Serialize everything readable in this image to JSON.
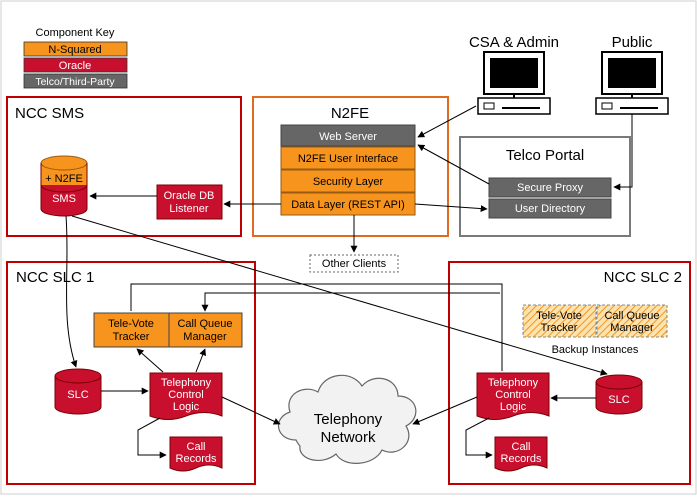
{
  "key": {
    "title": "Component Key",
    "items": [
      "N-Squared",
      "Oracle",
      "Telco/Third-Party"
    ]
  },
  "colors": {
    "nsquared": "#F7941D",
    "oracle": "#C8102E",
    "telco": "#666666",
    "frame_red": "#C00000",
    "frame_orange": "#E06A1E",
    "frame_gray": "#7a7a7a"
  },
  "users": {
    "csa": "CSA & Admin",
    "public": "Public"
  },
  "telco_portal": {
    "title": "Telco Portal",
    "secure_proxy": "Secure Proxy",
    "user_directory": "User Directory"
  },
  "n2fe": {
    "title": "N2FE",
    "web_server": "Web Server",
    "ui": "N2FE User Interface",
    "security": "Security Layer",
    "data_layer": "Data Layer (REST API)"
  },
  "ncc_sms": {
    "title": "NCC SMS",
    "db_top": "+ N2FE",
    "db_bottom": "SMS",
    "listener_l1": "Oracle DB",
    "listener_l2": "Listener"
  },
  "other_clients": "Other Clients",
  "slc1": {
    "title": "NCC SLC 1",
    "tv_l1": "Tele-Vote",
    "tv_l2": "Tracker",
    "cq_l1": "Call Queue",
    "cq_l2": "Manager",
    "db": "SLC",
    "tcl_l1": "Telephony",
    "tcl_l2": "Control",
    "tcl_l3": "Logic",
    "cr_l1": "Call",
    "cr_l2": "Records"
  },
  "slc2": {
    "title": "NCC SLC 2",
    "tv_l1": "Tele-Vote",
    "tv_l2": "Tracker",
    "cq_l1": "Call Queue",
    "cq_l2": "Manager",
    "backup": "Backup Instances",
    "db": "SLC",
    "tcl_l1": "Telephony",
    "tcl_l2": "Control",
    "tcl_l3": "Logic",
    "cr_l1": "Call",
    "cr_l2": "Records"
  },
  "network": {
    "l1": "Telephony",
    "l2": "Network"
  }
}
